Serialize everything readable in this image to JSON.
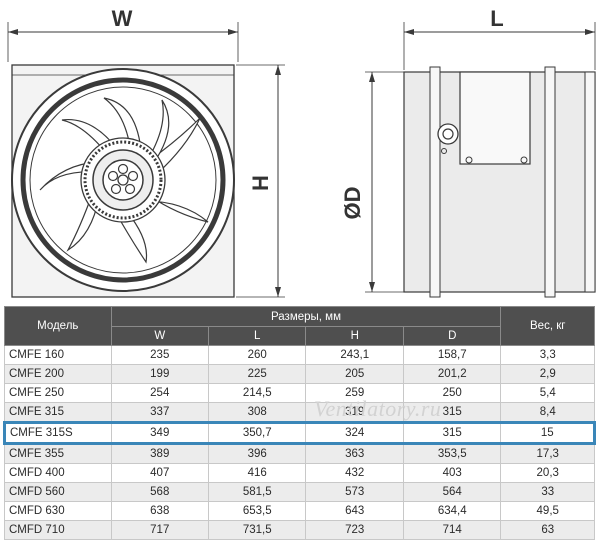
{
  "drawing": {
    "front_view": {
      "width_label": "W",
      "height_label": "H"
    },
    "side_view": {
      "length_label": "L",
      "diameter_label": "ØD"
    }
  },
  "table": {
    "header": {
      "model": "Модель",
      "dimensions_group": "Размеры, мм",
      "weight": "Вес, кг",
      "columns": [
        "W",
        "L",
        "H",
        "D"
      ]
    },
    "rows": [
      {
        "model": "CMFE 160",
        "W": "235",
        "L": "260",
        "H": "243,1",
        "D": "158,7",
        "weight": "3,3"
      },
      {
        "model": "CMFE 200",
        "W": "199",
        "L": "225",
        "H": "205",
        "D": "201,2",
        "weight": "2,9"
      },
      {
        "model": "CMFE 250",
        "W": "254",
        "L": "214,5",
        "H": "259",
        "D": "250",
        "weight": "5,4"
      },
      {
        "model": "CMFE 315",
        "W": "337",
        "L": "308",
        "H": "319",
        "D": "315",
        "weight": "8,4"
      },
      {
        "model": "CMFE 315S",
        "W": "349",
        "L": "350,7",
        "H": "324",
        "D": "315",
        "weight": "15",
        "highlighted": true
      },
      {
        "model": "CMFE 355",
        "W": "389",
        "L": "396",
        "H": "363",
        "D": "353,5",
        "weight": "17,3"
      },
      {
        "model": "CMFD 400",
        "W": "407",
        "L": "416",
        "H": "432",
        "D": "403",
        "weight": "20,3"
      },
      {
        "model": "CMFD 560",
        "W": "568",
        "L": "581,5",
        "H": "573",
        "D": "564",
        "weight": "33"
      },
      {
        "model": "CMFD 630",
        "W": "638",
        "L": "653,5",
        "H": "643",
        "D": "634,4",
        "weight": "49,5"
      },
      {
        "model": "CMFD 710",
        "W": "717",
        "L": "731,5",
        "H": "723",
        "D": "714",
        "weight": "63"
      }
    ]
  },
  "watermark": "Ventilatory.ru",
  "colors": {
    "header_bg": "#4f4f4f",
    "highlight_border": "#3a86b8",
    "row_alt": "#ececec"
  }
}
